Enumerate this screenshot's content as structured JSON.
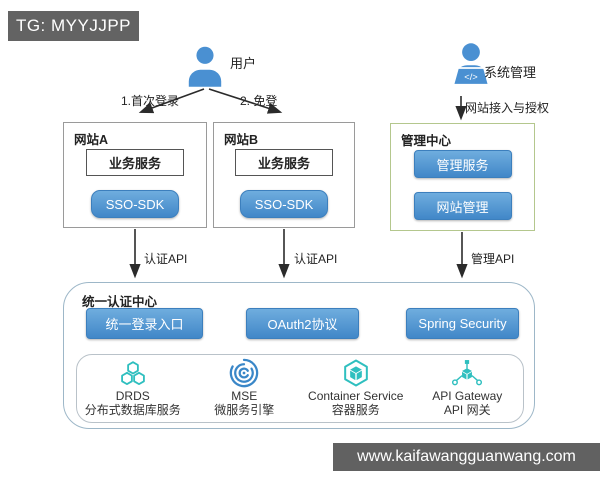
{
  "badge": {
    "text": "TG: MYYJJPP"
  },
  "watermark": {
    "text": "www.kaifawangguanwang.com"
  },
  "actors": {
    "user": {
      "label": "用户"
    },
    "admin": {
      "label": "系统管理",
      "laptop_glyph": "</>"
    }
  },
  "edges": {
    "first_login": "1.首次登录",
    "sso_login": "2. 免登",
    "site_access": "网站接入与授权",
    "auth_api_a": "认证API",
    "auth_api_b": "认证API",
    "manage_api": "管理API"
  },
  "sites": [
    {
      "title": "网站A",
      "service": "业务服务",
      "sdk": "SSO-SDK"
    },
    {
      "title": "网站B",
      "service": "业务服务",
      "sdk": "SSO-SDK"
    }
  ],
  "admin_center": {
    "title": "管理中心",
    "buttons": [
      "管理服务",
      "网站管理"
    ]
  },
  "auth_center": {
    "title": "统一认证中心",
    "buttons": [
      "统一登录入口",
      "OAuth2协议",
      "Spring Security"
    ],
    "infra": [
      {
        "icon": "drds-icon",
        "name": "DRDS",
        "subtitle": "分布式数据库服务"
      },
      {
        "icon": "mse-icon",
        "name": "MSE",
        "subtitle": "微服务引擎"
      },
      {
        "icon": "container-service-icon",
        "name": "Container Service",
        "subtitle": "容器服务"
      },
      {
        "icon": "api-gateway-icon",
        "name": "API Gateway",
        "subtitle": "API 网关"
      }
    ]
  },
  "colors": {
    "button_blue_top": "#6fadde",
    "button_blue_bottom": "#4187c8",
    "actor_blue": "#4a90d2",
    "teal": "#2fbfbf",
    "mse_blue": "#3a87c8",
    "admin_border_green": "#b4c78d",
    "auth_border": "#9db7c8",
    "badge_gray": "#636363"
  }
}
